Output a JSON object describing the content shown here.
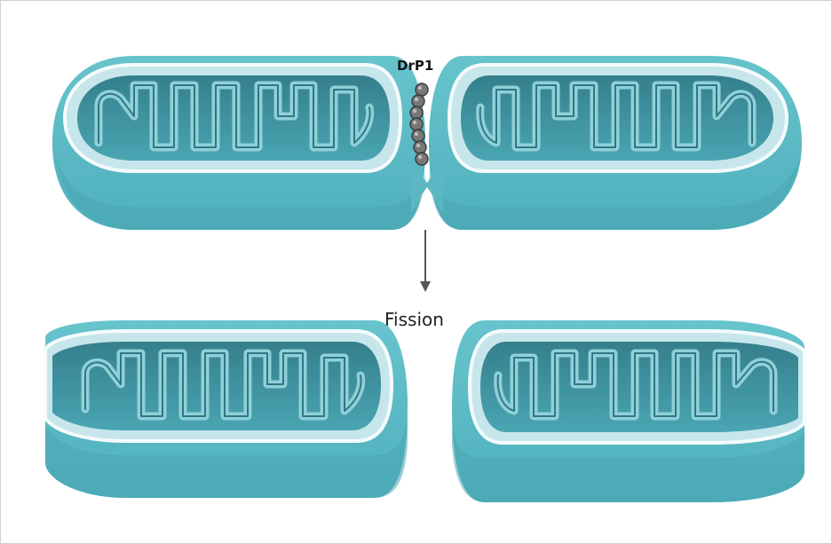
{
  "labels": {
    "protein": "DrP1",
    "process": "Fission"
  },
  "colors": {
    "outer": "#5fbcc6",
    "outer_dark": "#4aa8b4",
    "inner_space": "#c4e5ea",
    "matrix": "#3e98a6",
    "cristae": "#8ccfd8",
    "white_rim": "#f4fbfc",
    "drp1_bead": "#777777",
    "arrow": "#555555"
  },
  "drp1_bead_count": 7
}
